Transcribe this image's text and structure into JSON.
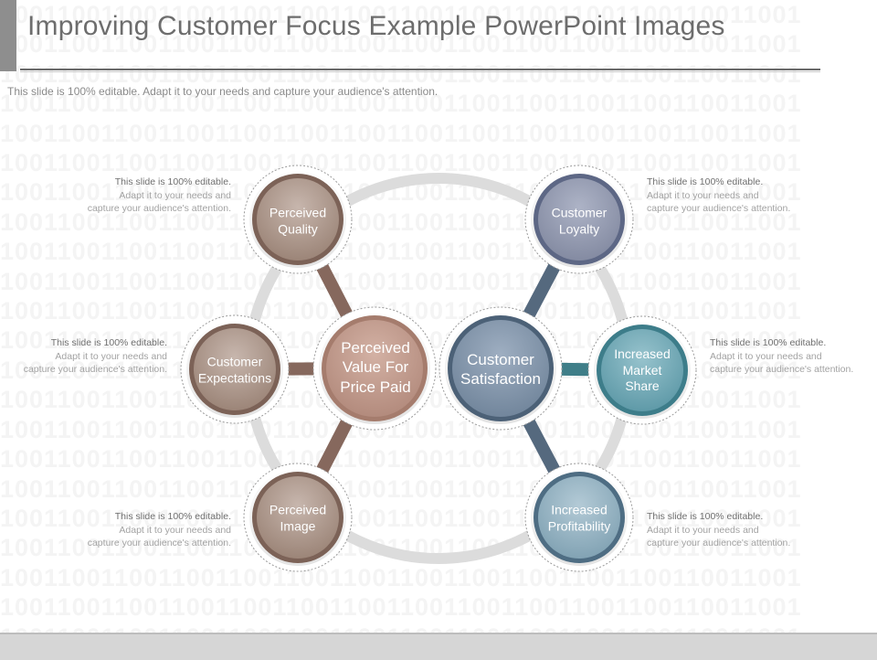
{
  "header": {
    "title": "Improving Customer Focus Example PowerPoint Images",
    "subtitle": "This slide is 100% editable. Adapt it to your needs and capture your audience's attention."
  },
  "background_text": "10011001100110011001100110011001100110011001100110011001",
  "colors": {
    "brown_node": "#a18a7e",
    "brown_center": "#b99486",
    "brown_connector": "#85675c",
    "blue_center": "#7d90a6",
    "blue_connector": "#566a80",
    "loyalty_node": "#8e94aa",
    "market_share_node": "#6fa6b3",
    "profitability_node": "#8faebe",
    "ring": "#dedede"
  },
  "diagram": {
    "left_center": {
      "label": "Perceived Value For Price Paid"
    },
    "right_center": {
      "label": "Customer Satisfaction"
    },
    "nodes": {
      "perceived_quality": "Perceived Quality",
      "customer_expectations": "Customer Expectations",
      "perceived_image": "Perceived Image",
      "customer_loyalty": "Customer Loyalty",
      "increased_market_share": "Increased Market Share",
      "increased_profitability": "Increased Profitability"
    }
  },
  "notes": {
    "title": "This slide is 100% editable.",
    "body": "Adapt it to your needs and capture your audience's attention."
  }
}
